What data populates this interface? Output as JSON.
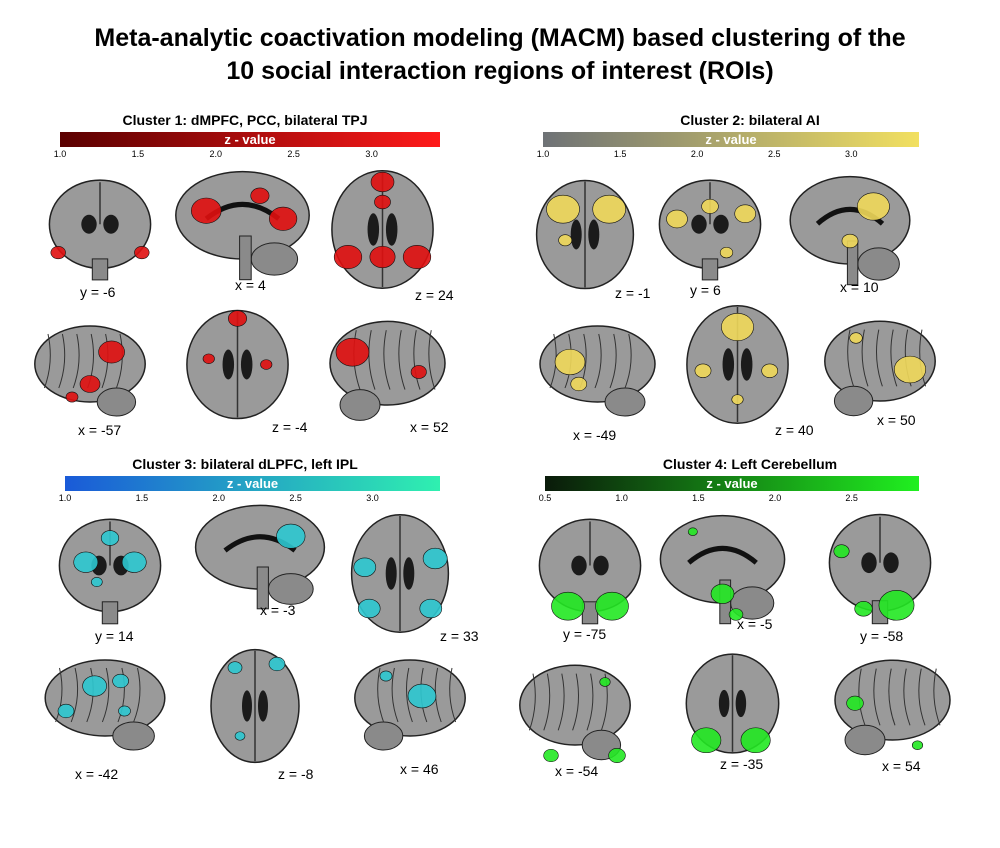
{
  "title": {
    "line1": "Meta-analytic coactivation modeling (MACM) based clustering of the",
    "line2": "10 social interaction regions of interest (ROIs)"
  },
  "panels": [
    {
      "title": "Cluster 1: dMPFC, PCC, bilateral TPJ",
      "colorbar": {
        "label": "z - value",
        "ticks": [
          "1.0",
          "1.5",
          "2.0",
          "2.5",
          "3.0"
        ],
        "from": "#5a0000",
        "to": "#ff1a1a"
      },
      "blob_color": "#e01010",
      "views": [
        {
          "type": "coronal",
          "label": "y = -6"
        },
        {
          "type": "sagittal",
          "label": "x = 4"
        },
        {
          "type": "axial",
          "label": "z = 24"
        },
        {
          "type": "lateral-left",
          "label": "x = -57"
        },
        {
          "type": "axial",
          "label": "z = -4"
        },
        {
          "type": "lateral-right",
          "label": "x = 52"
        }
      ]
    },
    {
      "title": "Cluster 2: bilateral AI",
      "colorbar": {
        "label": "z - value",
        "ticks": [
          "1.0",
          "1.5",
          "2.0",
          "2.5",
          "3.0"
        ],
        "from": "#6e7276",
        "to": "#f2e060"
      },
      "blob_color": "#efd85a",
      "views": [
        {
          "type": "axial",
          "label": "z = -1"
        },
        {
          "type": "coronal",
          "label": "y = 6"
        },
        {
          "type": "sagittal",
          "label": "x = 10"
        },
        {
          "type": "lateral-left",
          "label": "x = -49"
        },
        {
          "type": "axial",
          "label": "z = 40"
        },
        {
          "type": "lateral-right",
          "label": "x = 50"
        }
      ]
    },
    {
      "title": "Cluster 3: bilateral dLPFC, left IPL",
      "colorbar": {
        "label": "z - value",
        "ticks": [
          "1.0",
          "1.5",
          "2.0",
          "2.5",
          "3.0"
        ],
        "from": "#1a5ad8",
        "to": "#2ff0b0"
      },
      "blob_color": "#2ec8d0",
      "views": [
        {
          "type": "coronal",
          "label": "y = 14"
        },
        {
          "type": "sagittal",
          "label": "x = -3"
        },
        {
          "type": "axial",
          "label": "z = 33"
        },
        {
          "type": "lateral-left",
          "label": "x = -42"
        },
        {
          "type": "axial",
          "label": "z = -8"
        },
        {
          "type": "lateral-right",
          "label": "x = 46"
        }
      ]
    },
    {
      "title": "Cluster 4: Left Cerebellum",
      "colorbar": {
        "label": "z - value",
        "ticks": [
          "0.5",
          "1.0",
          "1.5",
          "2.0",
          "2.5"
        ],
        "from": "#0a1a0a",
        "to": "#20f020"
      },
      "blob_color": "#22e822",
      "views": [
        {
          "type": "coronal",
          "label": "y = -75"
        },
        {
          "type": "sagittal",
          "label": "x = -5"
        },
        {
          "type": "coronal",
          "label": "y = -58"
        },
        {
          "type": "lateral-left",
          "label": "x = -54"
        },
        {
          "type": "axial",
          "label": "z = -35"
        },
        {
          "type": "lateral-right",
          "label": "x = 54"
        }
      ]
    }
  ]
}
